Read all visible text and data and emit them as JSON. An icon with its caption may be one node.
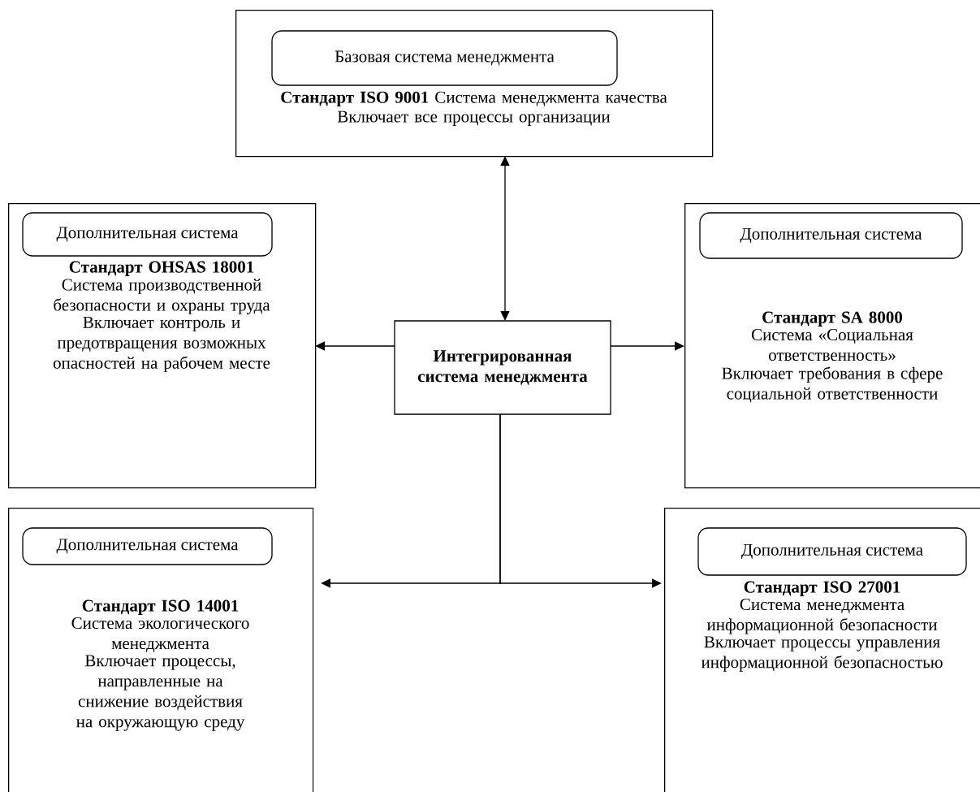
{
  "diagram": {
    "nodes": [
      {
        "text": [
          "**Стандарт ISO 9001** Система менеджмента качества",
          "Включает все процессы организации"
        ]
      },
      {
        "text": [
          "Базовая система менеджмента"
        ],
        "in": 0
      },
      {
        "text": [
          "Стандарт OHSAS 18001",
          "Система производственной безопасности и охраны труда",
          "Включает контроль и предотвращения возможных опасностей на рабочем месте"
        ]
      },
      {
        "text": [
          "Дополнительная система"
        ],
        "in": 2
      },
      {
        "text": [
          "Интегрированная система менеджмента"
        ]
      },
      {
        "text": [
          "Стандарт SA 8000",
          "Система «Социальная ответственность»",
          "Включает требования в сфере социальной ответственности"
        ]
      },
      {
        "text": [
          "Дополнительная система"
        ],
        "in": 5
      },
      {
        "text": [
          "Стандарт ISO 14001",
          "Система экологического менеджмента",
          "Включает процессы, направленные на снижение воздействия на окружающую среду"
        ]
      },
      {
        "text": [
          "Дополнительная система"
        ],
        "in": 7
      },
      {
        "text": [
          "Стандарт ISO 27001",
          "Система менеджмента информационной безопасности",
          "Включает процессы управления информационной безопасностью"
        ]
      },
      {
        "text": [
          "Дополнительная система"
        ],
        "in": 9
      }
    ],
    "edges": [
      {
        "from": 4,
        "to": 0,
        "arrow": "both"
      },
      {
        "from": 4,
        "to": 2,
        "arrow": "to"
      },
      {
        "from": 4,
        "to": 5,
        "arrow": "to"
      },
      {
        "from": 4,
        "to": 7,
        "arrow": "to"
      },
      {
        "from": 4,
        "to": 9,
        "arrow": "to"
      }
    ]
  }
}
